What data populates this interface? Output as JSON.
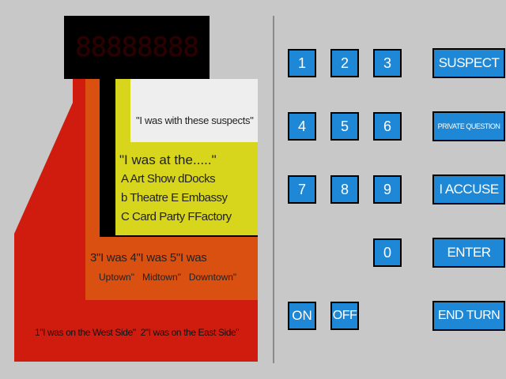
{
  "display": {
    "digits": "88888888"
  },
  "board": {
    "suspects_label": "\"I was with these suspects\"",
    "at_label": "\"I was at the.....\"",
    "places": [
      {
        "code": "A",
        "name": "Art Show"
      },
      {
        "code": "d",
        "name": "Docks"
      },
      {
        "code": "b",
        "name": "Theatre"
      },
      {
        "code": "E",
        "name": "Embassy"
      },
      {
        "code": "C",
        "name": "Card Party"
      },
      {
        "code": "F",
        "name": "Factory"
      }
    ],
    "town_top": "3\"I was 4\"I was 5\"I was",
    "town_bottom": "Uptown\"   Midtown\"   Downtown\"",
    "side_label": "1\"I was on the West Side\"  2\"I was on the East Side\""
  },
  "keypad": {
    "numbers": [
      "1",
      "2",
      "3",
      "4",
      "5",
      "6",
      "7",
      "8",
      "9",
      "0"
    ],
    "on": "ON",
    "off": "OFF",
    "suspect": "SUSPECT",
    "private_question": "PRIVATE QUESTION",
    "accuse": "I ACCUSE",
    "enter": "ENTER",
    "end_turn": "END TURN"
  },
  "colors": {
    "background": "#c8c8c8",
    "red": "#d01c0e",
    "orange": "#d95010",
    "yellow": "#d8d61c",
    "white": "#eeeeee",
    "key_blue": "#1e88d6"
  }
}
